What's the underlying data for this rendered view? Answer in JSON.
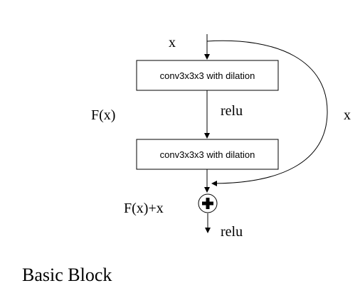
{
  "diagram": {
    "input_label": "x",
    "block1_label": "conv3x3x3 with dilation",
    "block2_label": "conv3x3x3 with dilation",
    "activation1_label": "relu",
    "residual_function_label": "F(x)",
    "skip_label": "x",
    "sum_label": "F(x)+x",
    "activation2_label": "relu",
    "caption": "Basic Block"
  }
}
